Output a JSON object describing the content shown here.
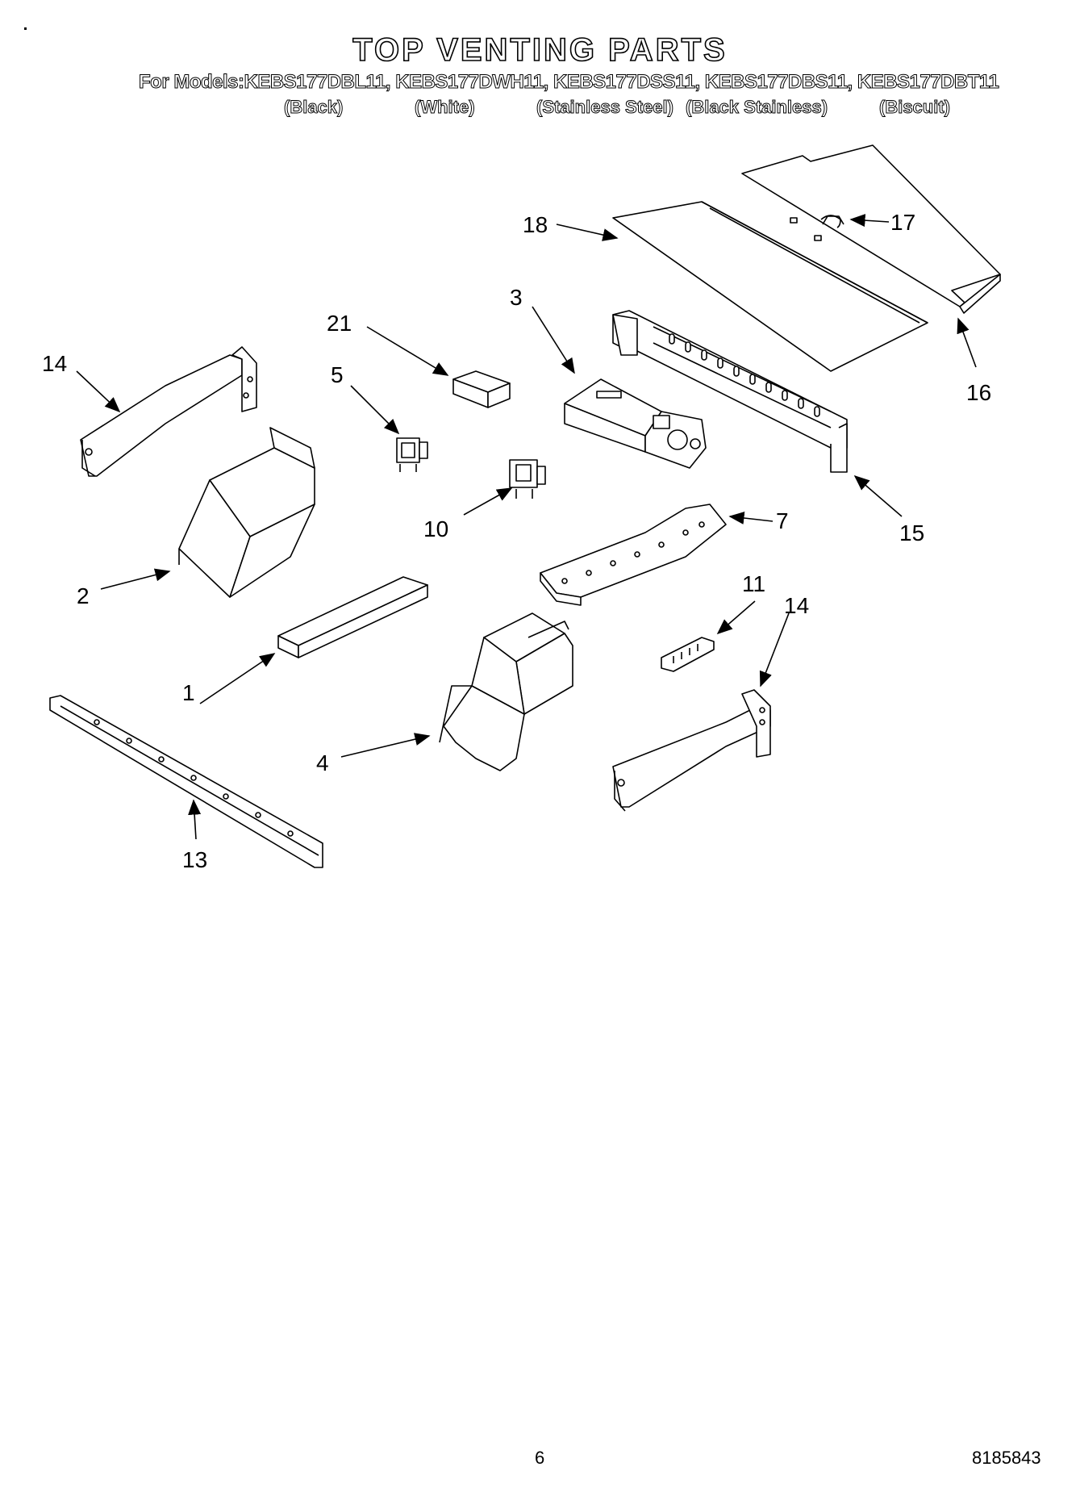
{
  "header": {
    "title": "TOP VENTING PARTS",
    "models_line": "For Models:KEBS177DBL11, KEBS177DWH11, KEBS177DSS11,  KEBS177DBS11, KEBS177DBT11",
    "variants": [
      "(Black)",
      "(White)",
      "(Stainless Steel)",
      "(Black Stainless)",
      "(Biscuit)"
    ]
  },
  "callouts": {
    "c18": "18",
    "c17": "17",
    "c16": "16",
    "c3": "3",
    "c21": "21",
    "c14a": "14",
    "c5": "5",
    "c15": "15",
    "c10": "10",
    "c7": "7",
    "c2": "2",
    "c11": "11",
    "c14b": "14",
    "c1": "1",
    "c4": "4",
    "c13": "13"
  },
  "footer": {
    "page_number": "6",
    "doc_number": "8185843"
  }
}
